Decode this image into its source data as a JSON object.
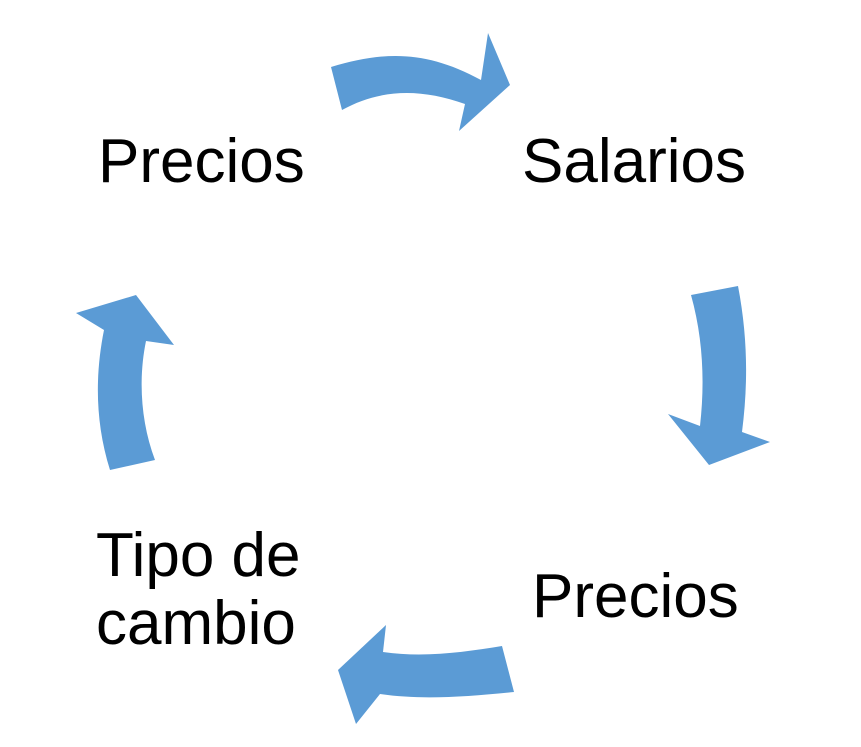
{
  "diagram": {
    "type": "cycle",
    "arrow_color": "#5B9BD5",
    "nodes": [
      {
        "id": "top-left",
        "label": "Precios"
      },
      {
        "id": "top-right",
        "label": "Salarios"
      },
      {
        "id": "bottom-right",
        "label": "Precios"
      },
      {
        "id": "bottom-left",
        "label_lines": [
          "Tipo de",
          "cambio"
        ]
      }
    ],
    "edges": [
      {
        "from": "top-left",
        "to": "top-right"
      },
      {
        "from": "top-right",
        "to": "bottom-right"
      },
      {
        "from": "bottom-right",
        "to": "bottom-left"
      },
      {
        "from": "bottom-left",
        "to": "top-left"
      }
    ]
  }
}
